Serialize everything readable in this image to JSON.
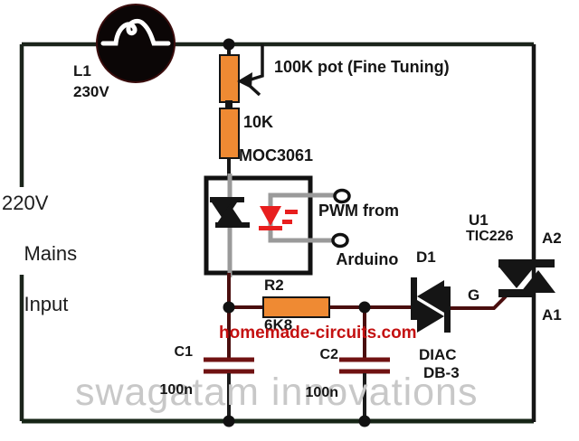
{
  "diagram": {
    "type": "circuit-schematic",
    "labels": {
      "lamp": {
        "ref": "L1",
        "value": "230V"
      },
      "pot": {
        "label": "100K pot (Fine Tuning)"
      },
      "resistor_10k": {
        "value": "10K"
      },
      "optocoupler": {
        "part": "MOC3061"
      },
      "pwm": {
        "line1": "PWM from",
        "line2": "Arduino"
      },
      "mains": {
        "line1": "220V",
        "line2": "Mains",
        "line3": "Input"
      },
      "r2": {
        "ref": "R2",
        "value": "6K8"
      },
      "c1": {
        "ref": "C1",
        "value": "100n"
      },
      "c2": {
        "ref": "C2",
        "value": "100n"
      },
      "d1": {
        "ref": "D1",
        "type": "DIAC",
        "value": "DB-3"
      },
      "u1": {
        "ref": "U1",
        "part": "TIC226",
        "terminal_a2": "A2",
        "terminal_a1": "A1",
        "terminal_g": "G"
      },
      "site_watermark": "homemade-circuits.com",
      "brand_watermark": "swagatam innovations"
    },
    "colors": {
      "resistor_body": "#ef8a33",
      "led_red": "#e81e1e",
      "site_red": "#c41111",
      "brand_gray": "#c8c8c8",
      "wire_dark": "#1b241b",
      "wire_black": "#151515",
      "wire_maroon": "#4a0e0e",
      "cap_plate": "#701212",
      "opto_wire_gray": "#9a9a9a",
      "lamp_fill": "#0b0606"
    }
  }
}
